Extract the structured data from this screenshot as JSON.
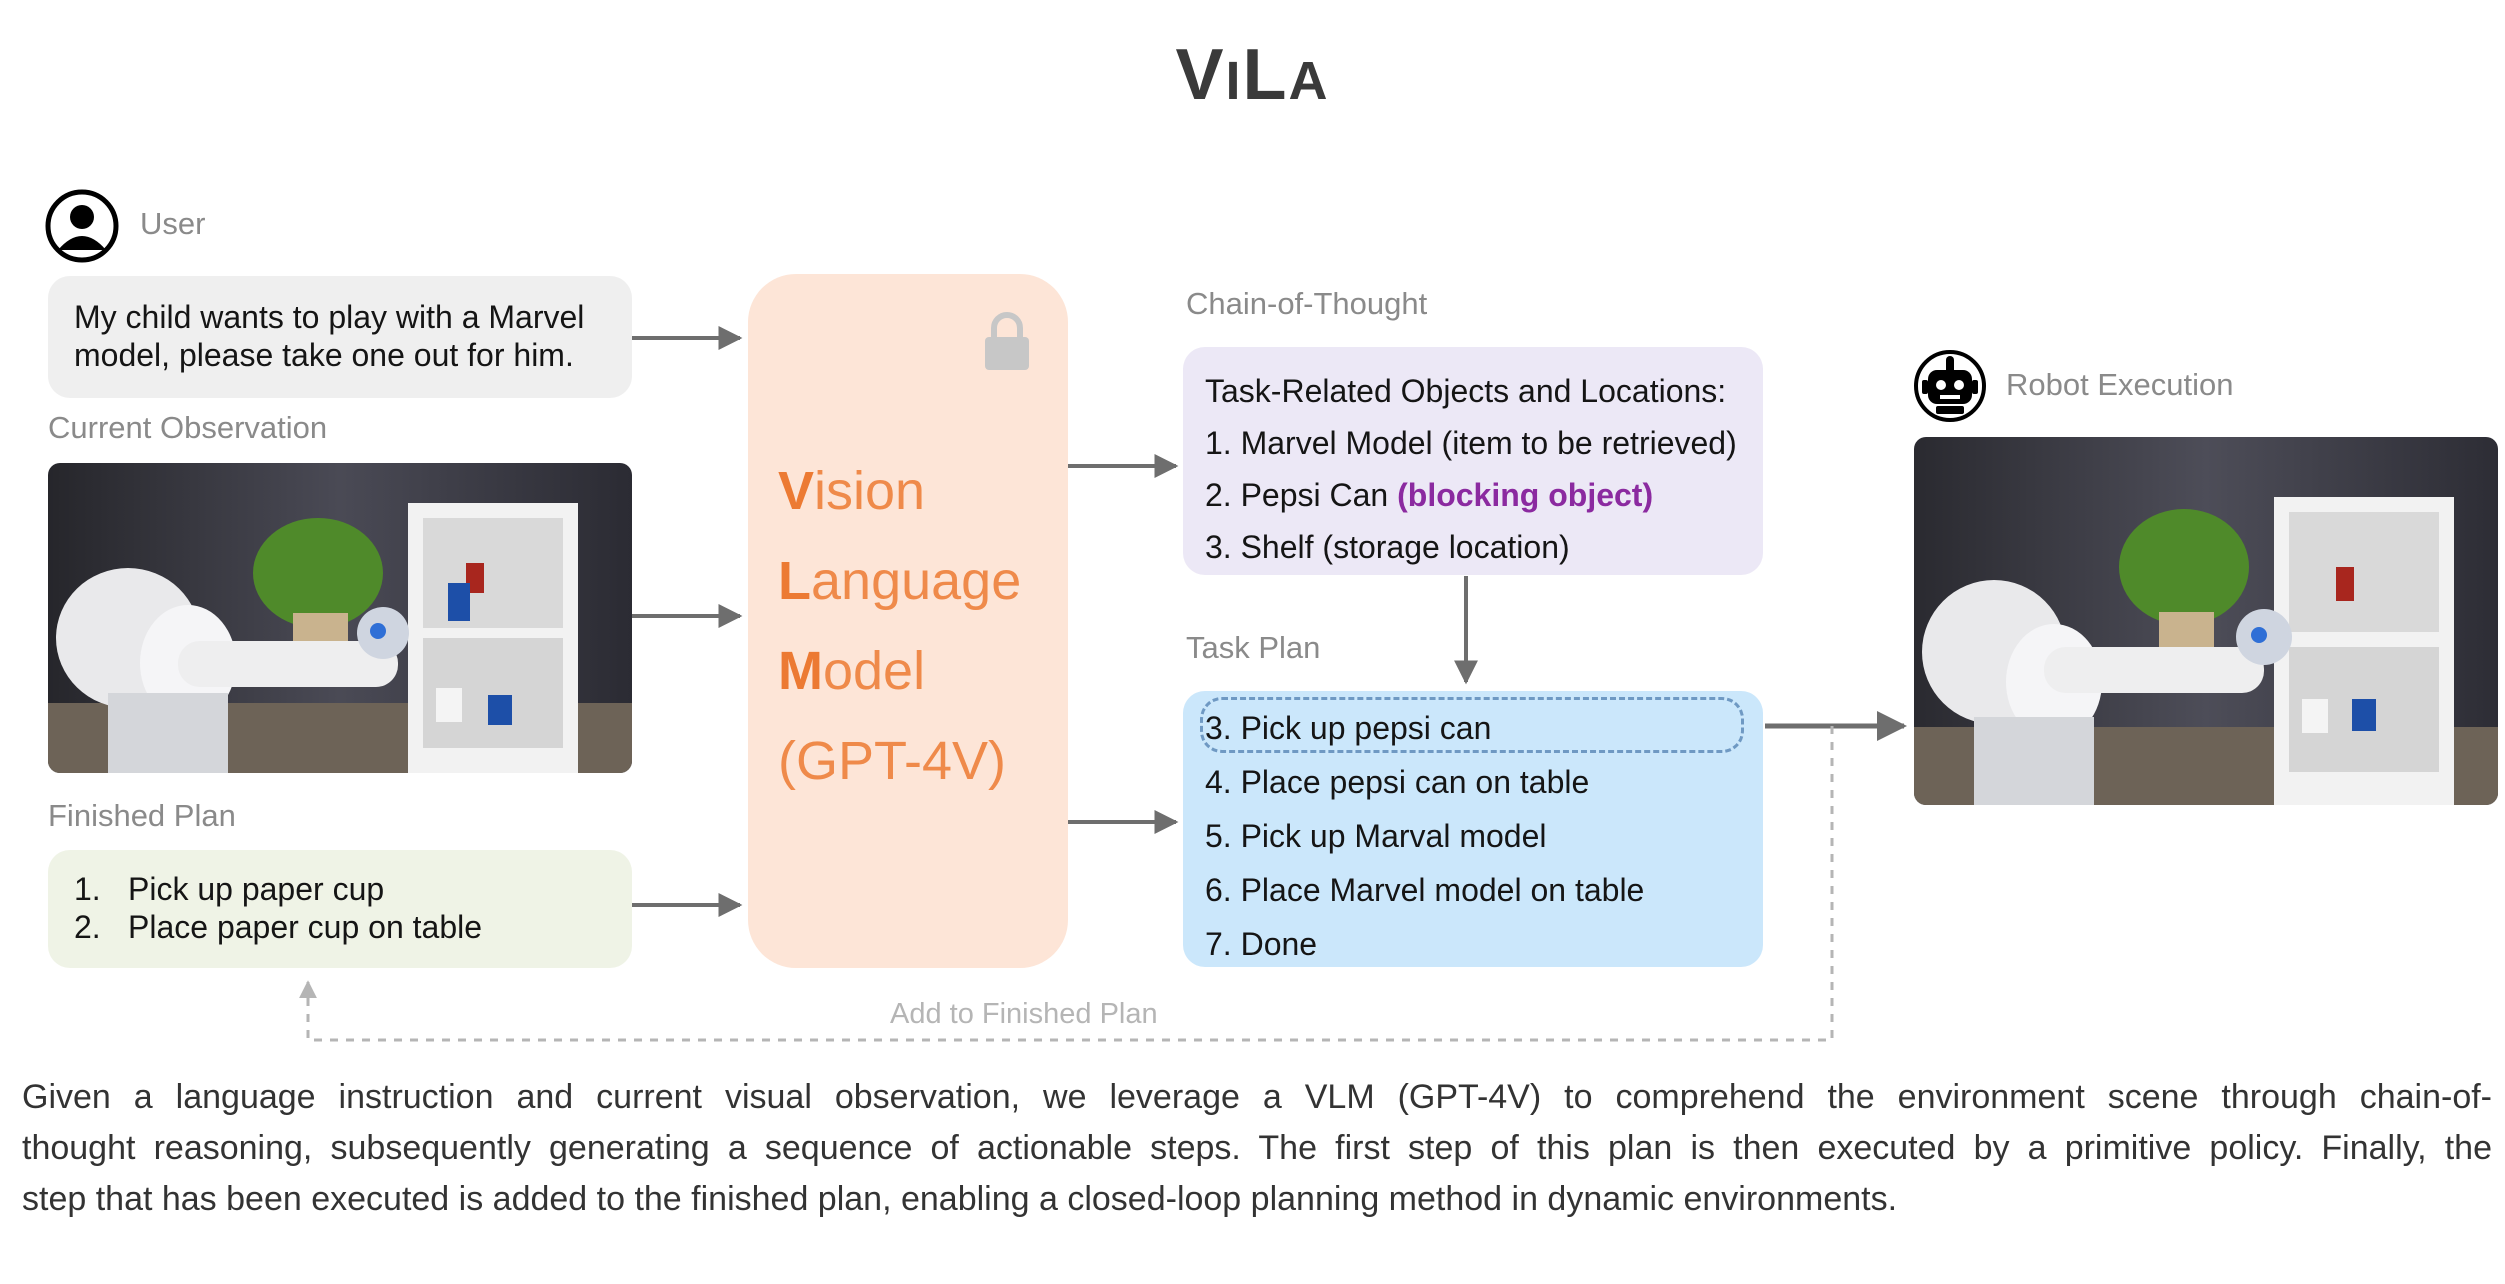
{
  "title": {
    "initial_1": "V",
    "rest_1": "I",
    "initial_2": "L",
    "rest_2": "A"
  },
  "user": {
    "label": "User",
    "message": "My child wants to play with a Marvel model, please take one out for him.",
    "icon": "user-icon"
  },
  "observation": {
    "label": "Current Observation"
  },
  "finished_plan": {
    "label": "Finished Plan",
    "items": [
      {
        "num": "1.",
        "text": "Pick up paper cup"
      },
      {
        "num": "2.",
        "text": "Place paper cup on table"
      }
    ]
  },
  "vlm": {
    "lines": [
      {
        "initial": "V",
        "rest": "ision"
      },
      {
        "initial": "L",
        "rest": "anguage"
      },
      {
        "initial": "M",
        "rest": "odel"
      },
      {
        "initial": "",
        "rest": "(GPT-4V)"
      }
    ],
    "icon": "lock-icon"
  },
  "cot": {
    "label": "Chain-of-Thought",
    "heading": "Task-Related Objects and Locations:",
    "item1": "1. Marvel Model (item to be retrieved)",
    "item2_prefix": "2. Pepsi Can ",
    "item2_highlight": "(blocking object)",
    "item3": "3. Shelf (storage location)"
  },
  "task_plan": {
    "label": "Task Plan",
    "items": [
      "3. Pick up pepsi can",
      "4. Place pepsi can on table",
      "5. Pick up Marval model",
      "6. Place Marvel model on table",
      "7. Done"
    ]
  },
  "robot": {
    "label": "Robot Execution",
    "icon": "robot-icon"
  },
  "feedback": {
    "label": "Add to Finished Plan"
  },
  "caption": {
    "line1": "Given a language instruction and current visual observation, we leverage a VLM (GPT-4V) to comprehend the environment scene through chain-of-",
    "line2": "thought reasoning, subsequently generating a sequence of actionable steps. The first step of this plan is then executed by a primitive policy. Finally, the",
    "line3": "step that has been executed is added to the finished plan, enabling a closed-loop planning method in dynamic environments."
  },
  "colors": {
    "vlm_text": "#ec7a33",
    "highlight_purple": "#8b2aa0",
    "plan_bg": "#cbe7fb",
    "cot_bg": "#ece8f6",
    "vlm_bg": "#fde5d7"
  }
}
